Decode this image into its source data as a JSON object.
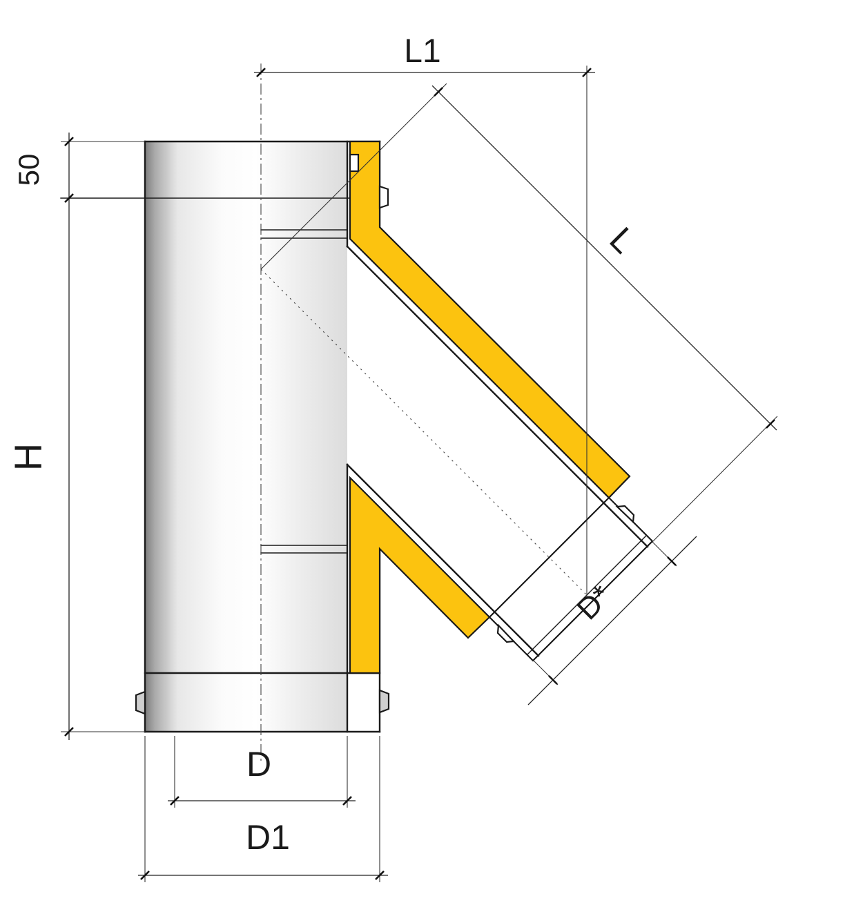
{
  "diagram": {
    "type": "technical-drawing",
    "subject": "insulated-chimney-tee-45deg-half-section",
    "labels": {
      "L1": "L1",
      "L": "L",
      "H": "H",
      "offset50": "50",
      "D": "D",
      "Dstar": "D*",
      "D1": "D1"
    },
    "colors": {
      "insulation": "#FCC30F",
      "outline": "#1A1A1A",
      "metal_dark": "#8A8A8A",
      "metal_light": "#FFFFFF",
      "lug_fill": "#CFCFCF"
    }
  }
}
